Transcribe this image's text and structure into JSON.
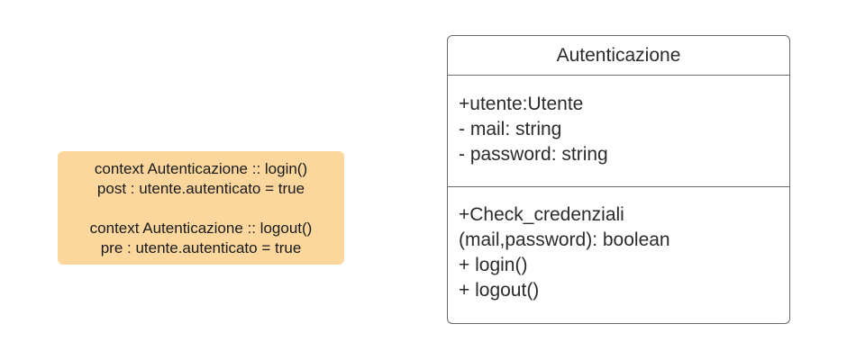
{
  "note": {
    "lines": [
      "context Autenticazione :: login()",
      "post : utente.autenticato = true",
      "context Autenticazione :: logout()",
      "pre : utente.autenticato = true"
    ]
  },
  "uml_class": {
    "name": "Autenticazione",
    "attributes": [
      "+utente:Utente",
      "- mail: string",
      "- password: string"
    ],
    "operations": [
      "+Check_credenziali",
      "(mail,password): boolean",
      "+ login()",
      "+ logout()"
    ]
  },
  "colors": {
    "note_background": "#fbd69d",
    "border": "#6a6a6a",
    "text": "#2b2b2b"
  }
}
